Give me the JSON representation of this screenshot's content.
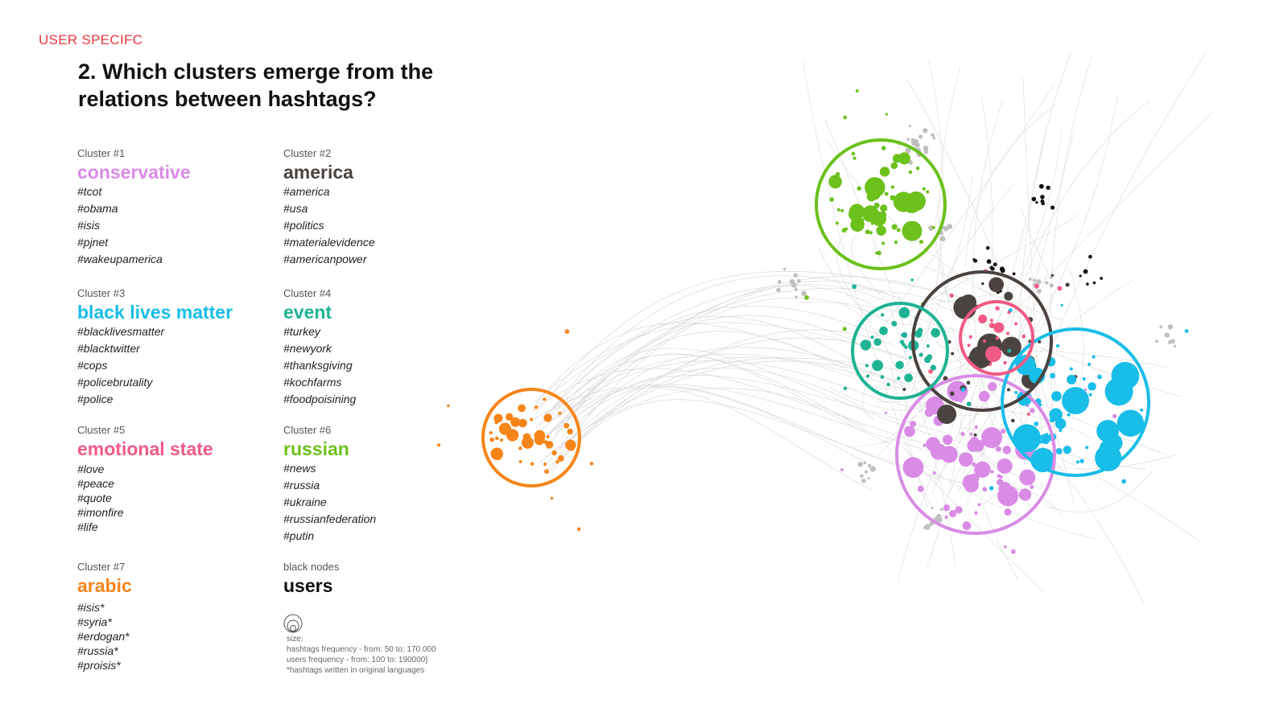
{
  "header": {
    "section_tag": "USER SPECIFC",
    "title": "2. Which clusters emerge from the relations between hashtags?"
  },
  "clusters": [
    {
      "id_label": "Cluster #1",
      "name": "conservative",
      "color": "#d98be6",
      "tags": [
        "#tcot",
        "#obama",
        "#isis",
        "#pjnet",
        "#wakeupamerica"
      ]
    },
    {
      "id_label": "Cluster #2",
      "name": "america",
      "color": "#4a433f",
      "tags": [
        "#america",
        "#usa",
        "#politics",
        "#materialevidence",
        "#americanpower"
      ]
    },
    {
      "id_label": "Cluster #3",
      "name": "black lives matter",
      "color": "#18bde8",
      "tags": [
        "#blacklivesmatter",
        "#blacktwitter",
        "#cops",
        "#policebrutality",
        "#police"
      ]
    },
    {
      "id_label": "Cluster #4",
      "name": "event",
      "color": "#1fb394",
      "tags": [
        "#turkey",
        "#newyork",
        "#thanksgiving",
        "#kochfarms",
        "#foodpoisining"
      ]
    },
    {
      "id_label": "Cluster #5",
      "name": "emotional state",
      "color": "#f05a84",
      "tags": [
        "#love",
        "#peace",
        "#quote",
        "#imonfire",
        "#life"
      ]
    },
    {
      "id_label": "Cluster #6",
      "name": "russian",
      "color": "#6cc11b",
      "tags": [
        "#news",
        "#russia",
        "#ukraine",
        "#russianfederation",
        "#putin"
      ]
    },
    {
      "id_label": "Cluster #7",
      "name": "arabic",
      "color": "#f68519",
      "tags": [
        "#isis*",
        "#syria*",
        "#erdogan*",
        "#russia*",
        "#proisis*"
      ]
    }
  ],
  "users": {
    "id_label": "black nodes",
    "name": "users",
    "color": "#111111"
  },
  "legend": {
    "size_label": "size:",
    "hashtag_note": "hashtags frequency - from: 50 to: 170.000",
    "users_note": "users frequency - from: 100 to: 190000]",
    "language_note": "*hashtags written in original languages"
  },
  "network": {
    "edge_color": "#d9d9d9",
    "node_color_neutral": "#bfbfbf",
    "icons": [
      "cluster-ring-icon"
    ]
  }
}
